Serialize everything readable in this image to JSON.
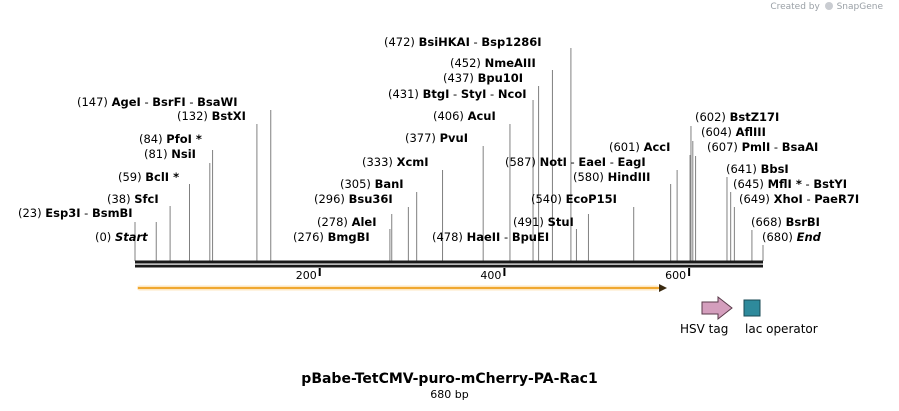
{
  "credit": {
    "prefix": "Created by",
    "brand": "SnapGene"
  },
  "plasmid": {
    "name": "pBabe-TetCMV-puro-mCherry-PA-Rac1",
    "size_text": "680 bp",
    "length": 680
  },
  "ruler": {
    "ticks": [
      200,
      400,
      600
    ]
  },
  "sites": [
    {
      "pos": 0,
      "pos_label": "(0)",
      "names": [
        "Start"
      ],
      "italic": true
    },
    {
      "pos": 23,
      "pos_label": "(23)",
      "names": [
        "Esp3I",
        "BsmBI"
      ]
    },
    {
      "pos": 38,
      "pos_label": "(38)",
      "names": [
        "SfcI"
      ]
    },
    {
      "pos": 59,
      "pos_label": "(59)",
      "names": [
        "BclI *"
      ]
    },
    {
      "pos": 81,
      "pos_label": "(81)",
      "names": [
        "NsiI"
      ]
    },
    {
      "pos": 84,
      "pos_label": "(84)",
      "names": [
        "PfoI *"
      ]
    },
    {
      "pos": 132,
      "pos_label": "(132)",
      "names": [
        "BstXI"
      ]
    },
    {
      "pos": 147,
      "pos_label": "(147)",
      "names": [
        "AgeI",
        "BsrFI",
        "BsaWI"
      ]
    },
    {
      "pos": 276,
      "pos_label": "(276)",
      "names": [
        "BmgBI"
      ]
    },
    {
      "pos": 278,
      "pos_label": "(278)",
      "names": [
        "AleI"
      ]
    },
    {
      "pos": 296,
      "pos_label": "(296)",
      "names": [
        "Bsu36I"
      ]
    },
    {
      "pos": 305,
      "pos_label": "(305)",
      "names": [
        "BanI"
      ]
    },
    {
      "pos": 333,
      "pos_label": "(333)",
      "names": [
        "XcmI"
      ]
    },
    {
      "pos": 377,
      "pos_label": "(377)",
      "names": [
        "PvuI"
      ]
    },
    {
      "pos": 406,
      "pos_label": "(406)",
      "names": [
        "AcuI"
      ]
    },
    {
      "pos": 431,
      "pos_label": "(431)",
      "names": [
        "BtgI",
        "StyI",
        "NcoI"
      ]
    },
    {
      "pos": 437,
      "pos_label": "(437)",
      "names": [
        "Bpu10I"
      ]
    },
    {
      "pos": 452,
      "pos_label": "(452)",
      "names": [
        "NmeAIII"
      ]
    },
    {
      "pos": 472,
      "pos_label": "(472)",
      "names": [
        "BsiHKAI",
        "Bsp1286I"
      ]
    },
    {
      "pos": 478,
      "pos_label": "(478)",
      "names": [
        "HaeII",
        "BpuEI"
      ]
    },
    {
      "pos": 491,
      "pos_label": "(491)",
      "names": [
        "StuI"
      ]
    },
    {
      "pos": 540,
      "pos_label": "(540)",
      "names": [
        "EcoP15I"
      ]
    },
    {
      "pos": 580,
      "pos_label": "(580)",
      "names": [
        "HindIII"
      ]
    },
    {
      "pos": 587,
      "pos_label": "(587)",
      "names": [
        "NotI",
        "EaeI",
        "EagI"
      ]
    },
    {
      "pos": 601,
      "pos_label": "(601)",
      "names": [
        "AccI"
      ]
    },
    {
      "pos": 602,
      "pos_label": "(602)",
      "names": [
        "BstZ17I"
      ]
    },
    {
      "pos": 604,
      "pos_label": "(604)",
      "names": [
        "AflIII"
      ]
    },
    {
      "pos": 607,
      "pos_label": "(607)",
      "names": [
        "PmlI",
        "BsaAI"
      ]
    },
    {
      "pos": 641,
      "pos_label": "(641)",
      "names": [
        "BbsI"
      ]
    },
    {
      "pos": 645,
      "pos_label": "(645)",
      "names": [
        "MflI *",
        "BstYI"
      ]
    },
    {
      "pos": 649,
      "pos_label": "(649)",
      "names": [
        "XhoI",
        "PaeR7I"
      ]
    },
    {
      "pos": 668,
      "pos_label": "(668)",
      "names": [
        "BsrBI"
      ]
    },
    {
      "pos": 680,
      "pos_label": "(680)",
      "names": [
        "End"
      ],
      "italic": true
    }
  ],
  "features": [
    {
      "name": "HSV tag",
      "type": "arrow",
      "color": "#d49ebd"
    },
    {
      "name": "lac operator",
      "type": "box",
      "color": "#2e8a9c"
    }
  ],
  "colors": {
    "orf": "#f0a830",
    "orf_fill": "#fde7c2"
  }
}
